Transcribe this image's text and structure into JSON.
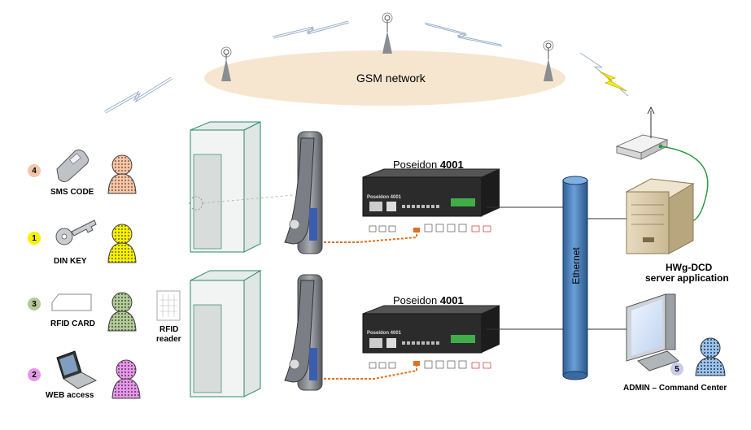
{
  "gsm_label": "GSM network",
  "ethernet_label": "Ethernet",
  "devices": [
    {
      "name_prefix": "Poseidon ",
      "name_bold": "4001"
    },
    {
      "name_prefix": "Poseidon ",
      "name_bold": "4001"
    }
  ],
  "device_panel_text": "Poseidon 4001",
  "access_methods": [
    {
      "number": "4",
      "label": "SMS CODE",
      "color": "#f2c6a8"
    },
    {
      "number": "1",
      "label": "DIN KEY",
      "color": "#f7f000"
    },
    {
      "number": "3",
      "label": "RFID CARD",
      "color": "#b5c99a"
    },
    {
      "number": "2",
      "label": "WEB access",
      "color": "#e39ae6"
    }
  ],
  "rfid_reader_label_1": "RFID",
  "rfid_reader_label_2": "reader",
  "server_label_1": "HWg-DCD",
  "server_label_2": "server application",
  "admin": {
    "number": "5",
    "label": "ADMIN – Command Center",
    "color": "#c8cce8"
  },
  "colors": {
    "ethernet_tube": "#4a86c4",
    "cloud": "#f7e6cf",
    "cable": "#e07020",
    "wifi_link": "#2e9a3e",
    "rack_outline": "#2a8a6a"
  }
}
